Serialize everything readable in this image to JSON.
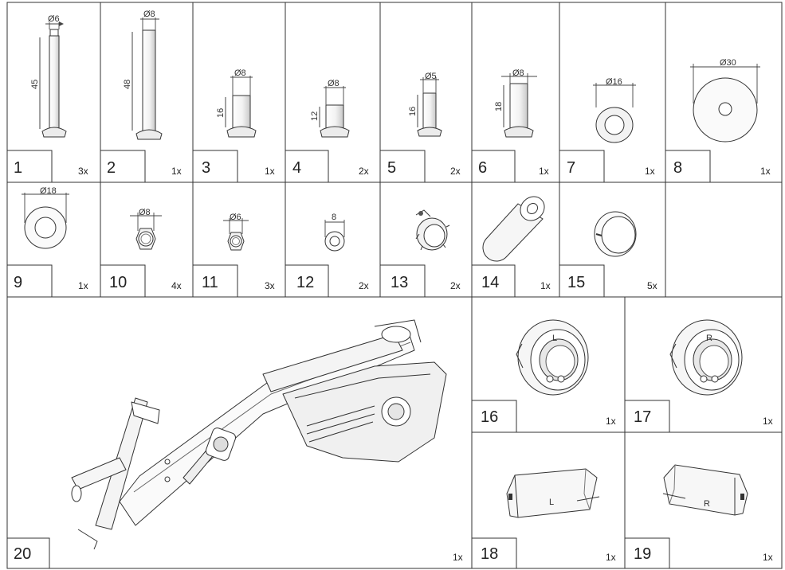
{
  "parts": [
    {
      "number": "1",
      "qty": "3x",
      "dims": [
        "Ø6",
        "45"
      ]
    },
    {
      "number": "2",
      "qty": "1x",
      "dims": [
        "Ø8",
        "48"
      ]
    },
    {
      "number": "3",
      "qty": "1x",
      "dims": [
        "Ø8",
        "16"
      ]
    },
    {
      "number": "4",
      "qty": "2x",
      "dims": [
        "Ø8",
        "12"
      ]
    },
    {
      "number": "5",
      "qty": "2x",
      "dims": [
        "Ø5",
        "16"
      ]
    },
    {
      "number": "6",
      "qty": "1x",
      "dims": [
        "Ø8",
        "18"
      ]
    },
    {
      "number": "7",
      "qty": "1x",
      "dims": [
        "Ø16"
      ]
    },
    {
      "number": "8",
      "qty": "1x",
      "dims": [
        "Ø30"
      ]
    },
    {
      "number": "9",
      "qty": "1x",
      "dims": [
        "Ø18"
      ]
    },
    {
      "number": "10",
      "qty": "4x",
      "dims": [
        "Ø8"
      ]
    },
    {
      "number": "11",
      "qty": "3x",
      "dims": [
        "Ø6"
      ]
    },
    {
      "number": "12",
      "qty": "2x",
      "dims": [
        "8"
      ]
    },
    {
      "number": "13",
      "qty": "2x",
      "dims": []
    },
    {
      "number": "14",
      "qty": "1x",
      "dims": []
    },
    {
      "number": "15",
      "qty": "5x",
      "dims": []
    },
    {
      "number": "16",
      "qty": "1x",
      "dims": [],
      "marks": [
        "L"
      ]
    },
    {
      "number": "17",
      "qty": "1x",
      "dims": [],
      "marks": [
        "R"
      ]
    },
    {
      "number": "18",
      "qty": "1x",
      "dims": [],
      "marks": [
        "L"
      ]
    },
    {
      "number": "19",
      "qty": "1x",
      "dims": [],
      "marks": [
        "R"
      ]
    },
    {
      "number": "20",
      "qty": "1x",
      "dims": []
    }
  ]
}
